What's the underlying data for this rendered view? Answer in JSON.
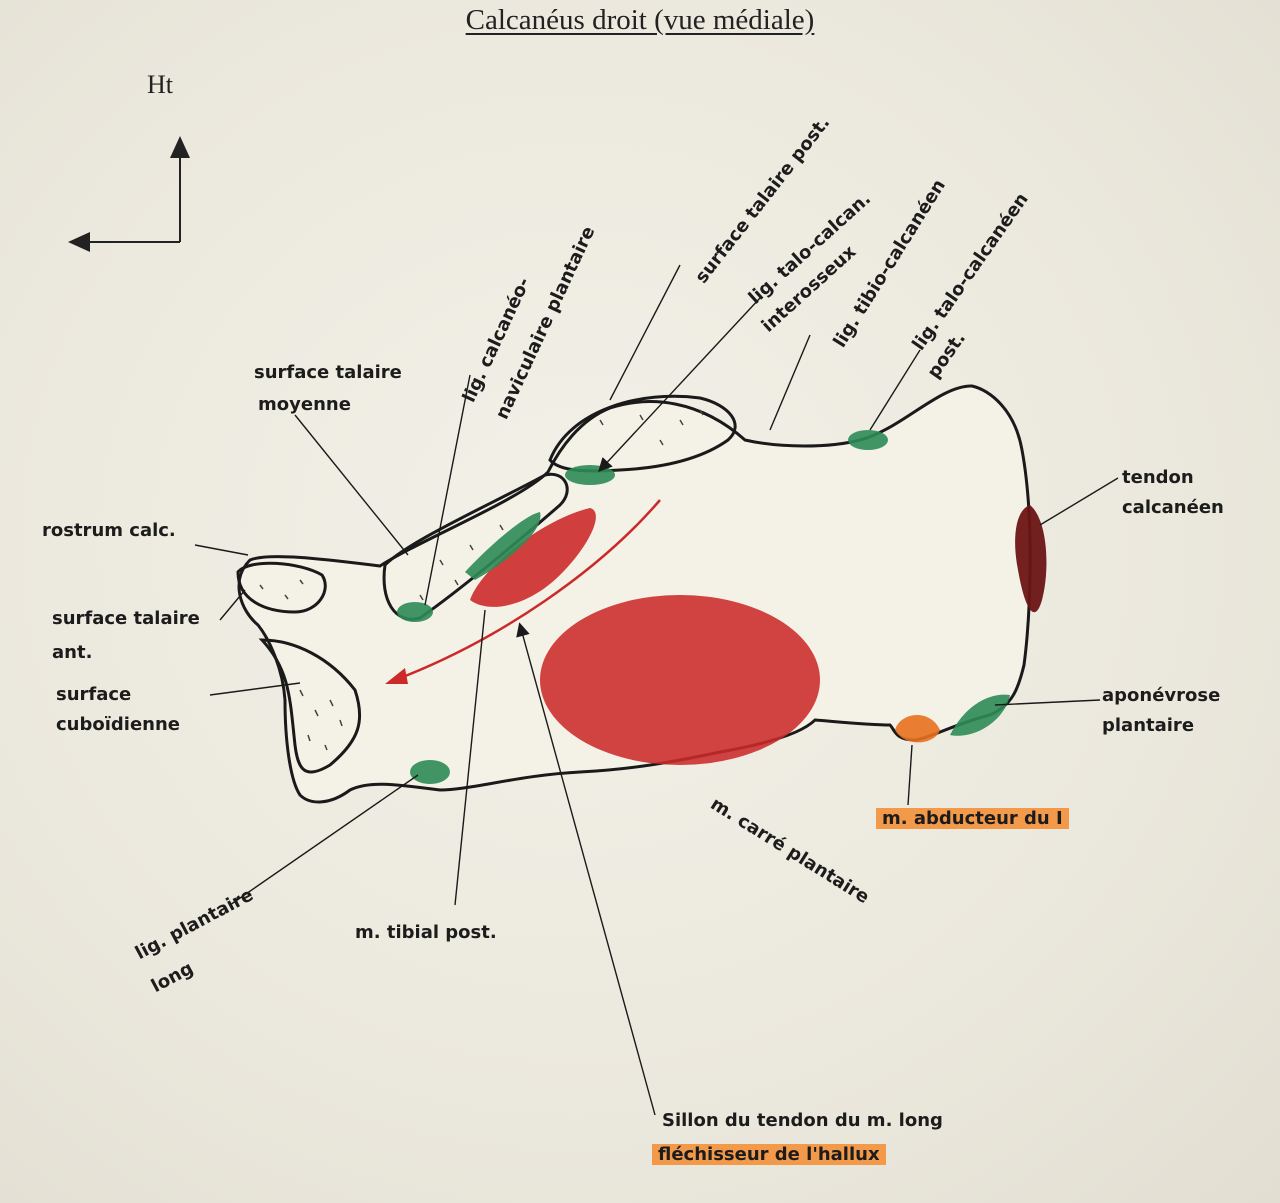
{
  "title": "Calcanéus droit (vue médiale)",
  "orientation": {
    "up_label": "Ht"
  },
  "labels": {
    "rostrum": "rostrum calc.",
    "surface_talaire_ant_1": "surface talaire",
    "surface_talaire_ant_2": "ant.",
    "surface_cuboidienne_1": "surface",
    "surface_cuboidienne_2": "cuboïdienne",
    "surface_talaire_moyenne_1": "surface talaire",
    "surface_talaire_moyenne_2": "moyenne",
    "lig_calcaneo_navic_1": "lig. calcanéo-",
    "lig_calcaneo_navic_2": "naviculaire plantaire",
    "surface_talaire_post": "surface talaire post.",
    "lig_talo_calcan_inter_1": "lig. talo-calcan.",
    "lig_talo_calcan_inter_2": "interosseux",
    "lig_tibio_calcaneen": "lig. tibio-calcanéen",
    "lig_talo_calcaneen_post_1": "lig. talo-calcanéen",
    "lig_talo_calcaneen_post_2": "post.",
    "tendon_calcaneen_1": "tendon",
    "tendon_calcaneen_2": "calcanéen",
    "aponevrose_1": "aponévrose",
    "aponevrose_2": "plantaire",
    "abducteur": "m. abducteur du I",
    "carre_plantaire": "m. carré plantaire",
    "tibial_post": "m. tibial post.",
    "lig_plantaire_long_1": "lig. plantaire",
    "lig_plantaire_long_2": "long",
    "sillon_1": "Sillon du tendon du m. long",
    "sillon_2": "fléchisseur de l'hallux"
  },
  "colors": {
    "ligament": "#2e8b57",
    "muscle": "#cc2a2a",
    "tendon": "#6b1414",
    "highlight": "#f39a4a",
    "outline": "#1a1a1a"
  }
}
